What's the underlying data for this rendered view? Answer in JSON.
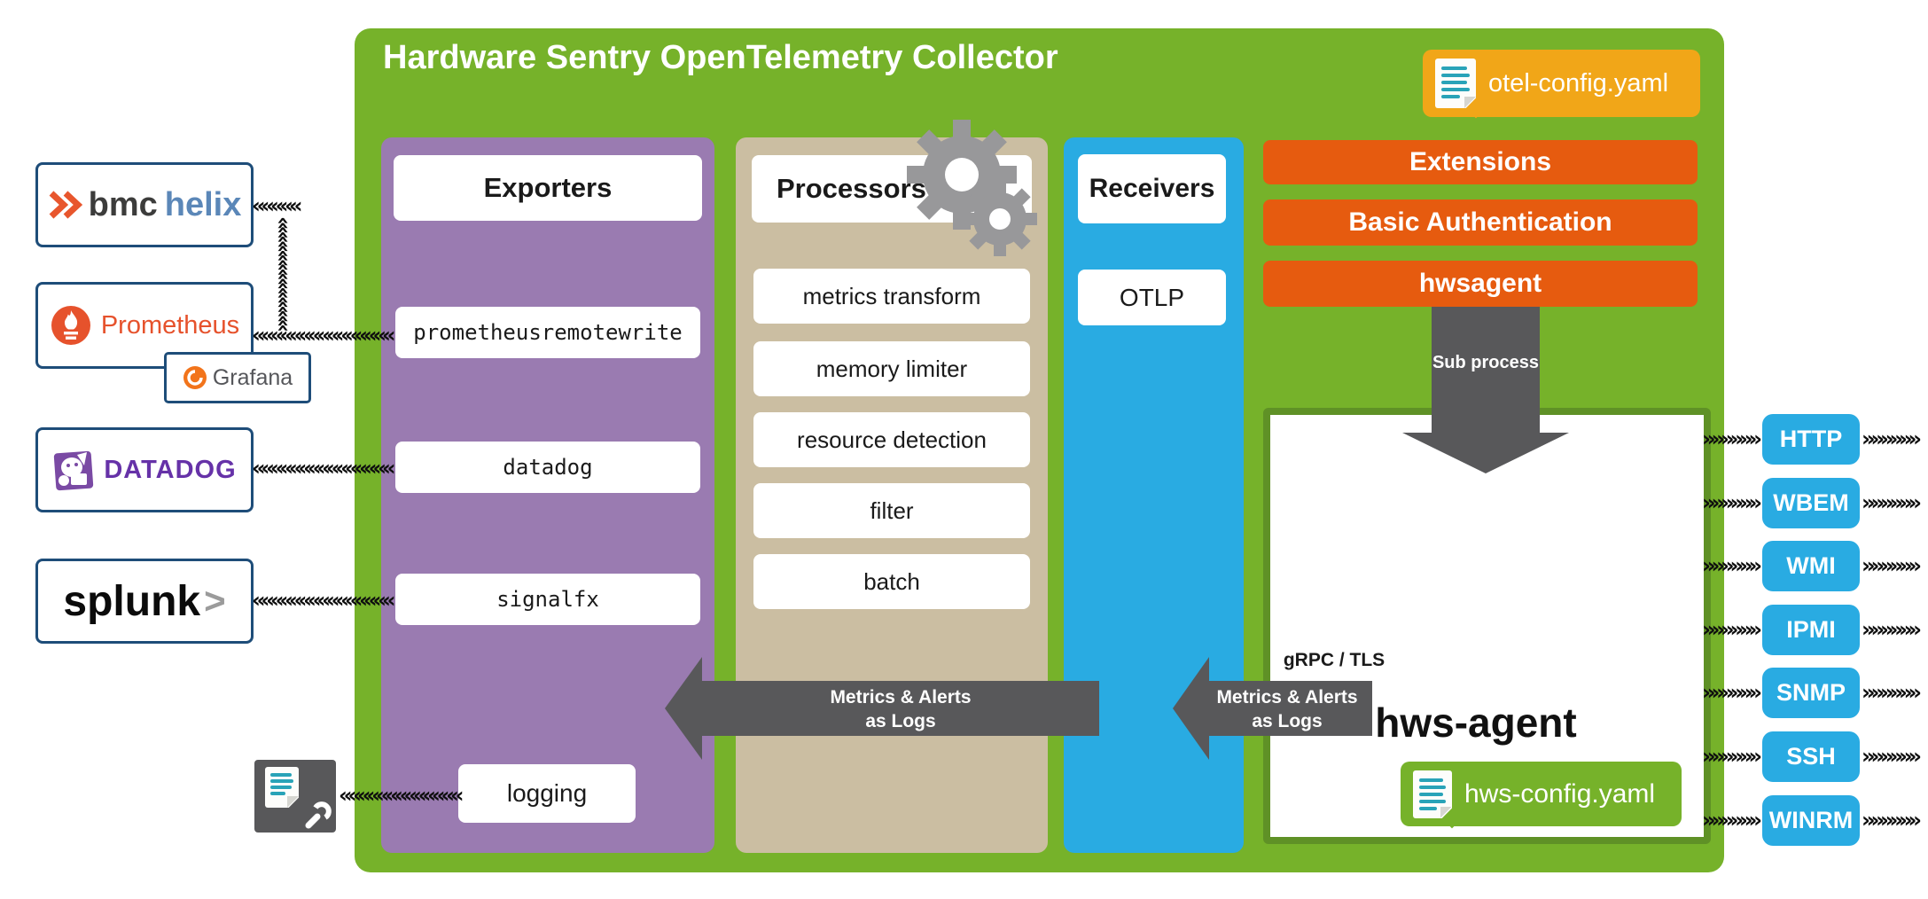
{
  "title": "Hardware Sentry OpenTelemetry Collector",
  "badges": {
    "otel": "otel-config.yaml",
    "hws": "hws-config.yaml"
  },
  "external": {
    "bmc_bold": "bmc",
    "bmc_light": "helix",
    "prometheus": "Prometheus",
    "grafana": "Grafana",
    "datadog": "DATADOG",
    "splunk": "splunk",
    "splunk_arrow": ">"
  },
  "exporters": {
    "header": "Exporters",
    "items": [
      "prometheusremotewrite",
      "datadog",
      "signalfx",
      "logging"
    ]
  },
  "processors": {
    "header": "Processors",
    "items": [
      "metrics transform",
      "memory limiter",
      "resource detection",
      "filter",
      "batch"
    ]
  },
  "receivers": {
    "header": "Receivers",
    "items": [
      "OTLP"
    ]
  },
  "extension_bars": [
    "Extensions",
    "Basic Authentication",
    "hwsagent"
  ],
  "agent": {
    "name": "hws-agent",
    "subprocess_label": "Sub process",
    "grpc_label": "gRPC / TLS"
  },
  "flow": {
    "line1": "Metrics & Alerts",
    "line2": "as Logs"
  },
  "protocols": [
    "HTTP",
    "WBEM",
    "WMI",
    "IPMI",
    "SNMP",
    "SSH",
    "WINRM"
  ],
  "colors": {
    "container_green": "#76B22A",
    "dark_green_border": "#5F9126",
    "exporters_purple": "#9A7BB1",
    "processors_tan": "#CBBEA2",
    "receivers_blue": "#29ABE2",
    "extension_orange": "#E65B0F",
    "otel_badge_orange": "#F1A618",
    "arrow_gray": "#58585A",
    "doc_line_teal": "#29A3B8",
    "logo_border_navy": "#1E4D79",
    "prometheus_orange": "#E6522C",
    "datadog_purple": "#6632A8",
    "helix_blue": "#5B87B8"
  },
  "decor": {
    "left5": "«««««",
    "left13": "«««««««««««««",
    "left15": "«««««««««««««««",
    "up12": "««««««««««««",
    "right6": "»»»»»»"
  }
}
